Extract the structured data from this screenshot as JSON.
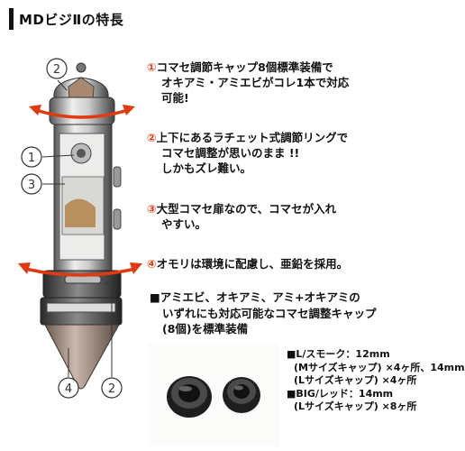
{
  "header": {
    "title": "MDビジⅡの特長"
  },
  "callouts": {
    "c1": "1",
    "c2_top": "2",
    "c3": "3",
    "c4": "4",
    "c2_bottom": "2"
  },
  "features": [
    {
      "num": "①",
      "lines": [
        "コマセ調節キャップ8個標準装備で",
        "オキアミ・アミエビがコレ1本で対応",
        "可能!"
      ]
    },
    {
      "num": "②",
      "lines": [
        "上下にあるラチェット式調節リングで",
        "コマセ調整が思いのまま !!",
        "しかもズレ難い。"
      ]
    },
    {
      "num": "③",
      "lines": [
        "大型コマセ扉なので、コマセが入れ",
        "やすい。"
      ]
    },
    {
      "num": "④",
      "lines": [
        "オモリは環境に配慮し、亜鉛を採用。"
      ]
    }
  ],
  "compat": {
    "lines": [
      "■アミエビ、オキアミ、アミ+オキアミの",
      "いずれにも対応可能なコマセ調整キャップ",
      "(8個)を標準装備"
    ]
  },
  "specs": {
    "lines": [
      "■L/スモーク：12mm",
      "(Mサイズキャップ) ×4ヶ所、14mm",
      "(Lサイズキャップ) ×4ヶ所",
      "■BIG/レッド：14mm",
      "(Lサイズキャップ) ×8ヶ所"
    ]
  },
  "colors": {
    "accent": "#e03a10",
    "callout": "#333333",
    "text": "#111111"
  }
}
